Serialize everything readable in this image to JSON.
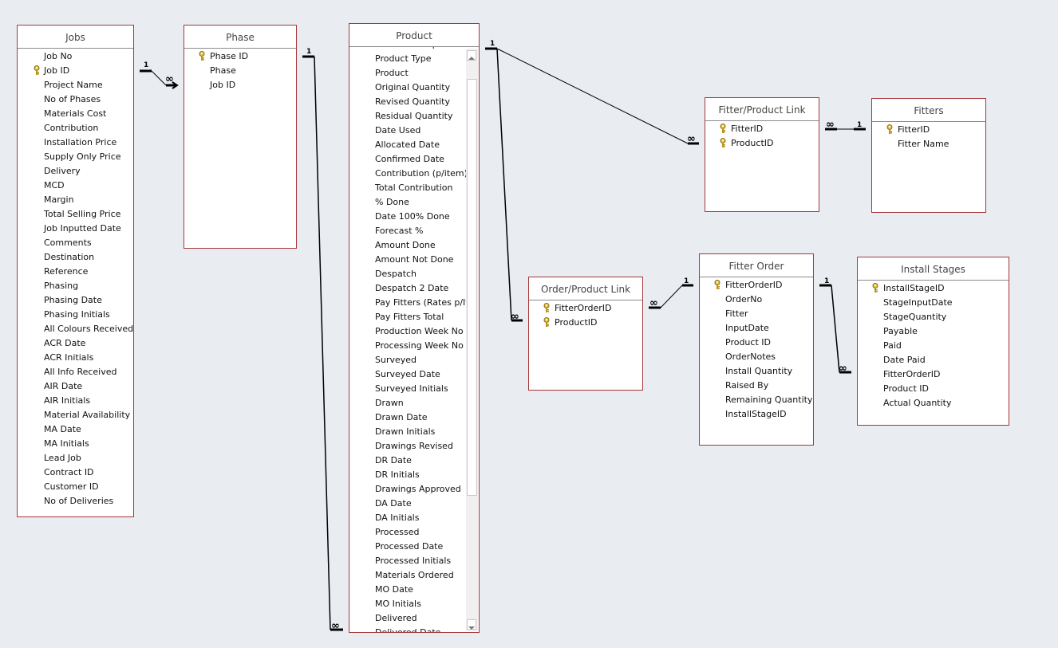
{
  "tables": [
    {
      "id": "jobs",
      "title": "Jobs",
      "keys": [
        "Job ID"
      ],
      "fields": [
        "Job No",
        "Job ID",
        "Project Name",
        "No of Phases",
        "Materials Cost",
        "Contribution",
        "Installation Price",
        "Supply Only Price",
        "Delivery",
        "MCD",
        "Margin",
        "Total Selling Price",
        "Job Inputted Date",
        "Comments",
        "Destination",
        "Reference",
        "Phasing",
        "Phasing Date",
        "Phasing Initials",
        "All Colours Received",
        "ACR Date",
        "ACR Initials",
        "All Info Received",
        "AIR Date",
        "AIR Initials",
        "Material Availability",
        "MA Date",
        "MA Initials",
        "Lead Job",
        "Contract ID",
        "Customer ID",
        "No of Deliveries"
      ]
    },
    {
      "id": "phase",
      "title": "Phase",
      "keys": [
        "Phase ID"
      ],
      "fields": [
        "Phase ID",
        "Phase",
        "Job ID"
      ]
    },
    {
      "id": "product",
      "title": "Product",
      "keys": [],
      "fields": [
        "Product Group",
        "Product Type",
        "Product",
        "Original Quantity",
        "Revised Quantity",
        "Residual Quantity",
        "Date Used",
        "Allocated Date",
        "Confirmed Date",
        "Contribution (p/item)",
        "Total Contribution",
        "% Done",
        "Date 100% Done",
        "Forecast %",
        "Amount Done",
        "Amount Not Done",
        "Despatch",
        "Despatch 2 Date",
        "Pay Fitters (Rates p/Ite",
        "Pay Fitters Total",
        "Production Week No",
        "Processing Week No",
        "Surveyed",
        "Surveyed Date",
        "Surveyed Initials",
        "Drawn",
        "Drawn Date",
        "Drawn Initials",
        "Drawings Revised",
        "DR Date",
        "DR Initials",
        "Drawings Approved",
        "DA Date",
        "DA Initials",
        "Processed",
        "Processed Date",
        "Processed Initials",
        "Materials Ordered",
        "MO Date",
        "MO Initials",
        "Delivered",
        "Delivered Date"
      ]
    },
    {
      "id": "fitter-product-link",
      "title": "Fitter/Product Link",
      "keys": [
        "FitterID",
        "ProductID"
      ],
      "fields": [
        "FitterID",
        "ProductID"
      ]
    },
    {
      "id": "fitters",
      "title": "Fitters",
      "keys": [
        "FitterID"
      ],
      "fields": [
        "FitterID",
        "Fitter Name"
      ]
    },
    {
      "id": "order-product-link",
      "title": "Order/Product Link",
      "keys": [
        "FitterOrderID",
        "ProductID"
      ],
      "fields": [
        "FitterOrderID",
        "ProductID"
      ]
    },
    {
      "id": "fitter-order",
      "title": "Fitter Order",
      "keys": [
        "FitterOrderID"
      ],
      "fields": [
        "FitterOrderID",
        "OrderNo",
        "Fitter",
        "InputDate",
        "Product ID",
        "OrderNotes",
        "Install Quantity",
        "Raised By",
        "Remaining Quantity",
        "InstallStageID"
      ]
    },
    {
      "id": "install-stages",
      "title": "Install Stages",
      "keys": [
        "InstallStageID"
      ],
      "fields": [
        "InstallStageID",
        "StageInputDate",
        "StageQuantity",
        "Payable",
        "Paid",
        "Date Paid",
        "FitterOrderID",
        "Product ID",
        "Actual Quantity"
      ]
    }
  ],
  "cardinality": {
    "one": "1",
    "many": "∞"
  },
  "colors": {
    "border": "#a4373a",
    "background": "#e9edf1",
    "key": "#d4b43a"
  }
}
